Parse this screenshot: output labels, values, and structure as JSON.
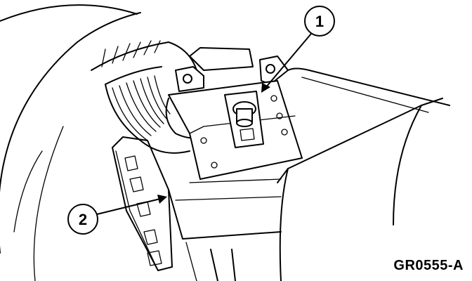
{
  "callouts": [
    {
      "label": "1"
    },
    {
      "label": "2"
    }
  ],
  "figure_id": "GR0555-A",
  "colors": {
    "ink": "#000000",
    "background": "#ffffff"
  }
}
